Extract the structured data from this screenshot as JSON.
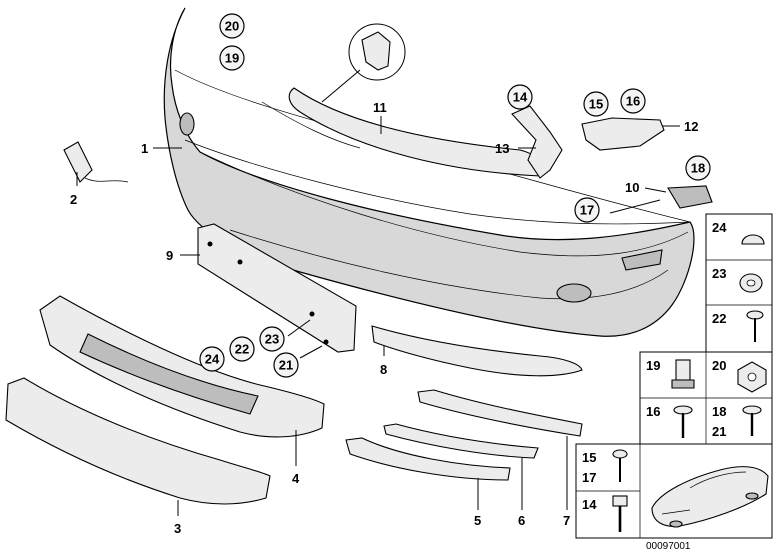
{
  "diagram": {
    "reference_number": "00097001",
    "labels": {
      "l1": "1",
      "l2": "2",
      "l3": "3",
      "l4": "4",
      "l5": "5",
      "l6": "6",
      "l7": "7",
      "l8": "8",
      "l9": "9",
      "l10": "10",
      "l11": "11",
      "l12": "12",
      "l13": "13"
    },
    "circled": {
      "c14": "14",
      "c15": "15",
      "c16": "16",
      "c17": "17",
      "c18": "18",
      "c19": "19",
      "c20": "20",
      "c21": "21",
      "c22": "22",
      "c23": "23",
      "c24": "24"
    },
    "panel": {
      "p24": "24",
      "p23": "23",
      "p22": "22",
      "p19": "19",
      "p20": "20",
      "p16": "16",
      "p18": "18",
      "p21": "21",
      "p15": "15",
      "p17": "17",
      "p14": "14"
    }
  }
}
